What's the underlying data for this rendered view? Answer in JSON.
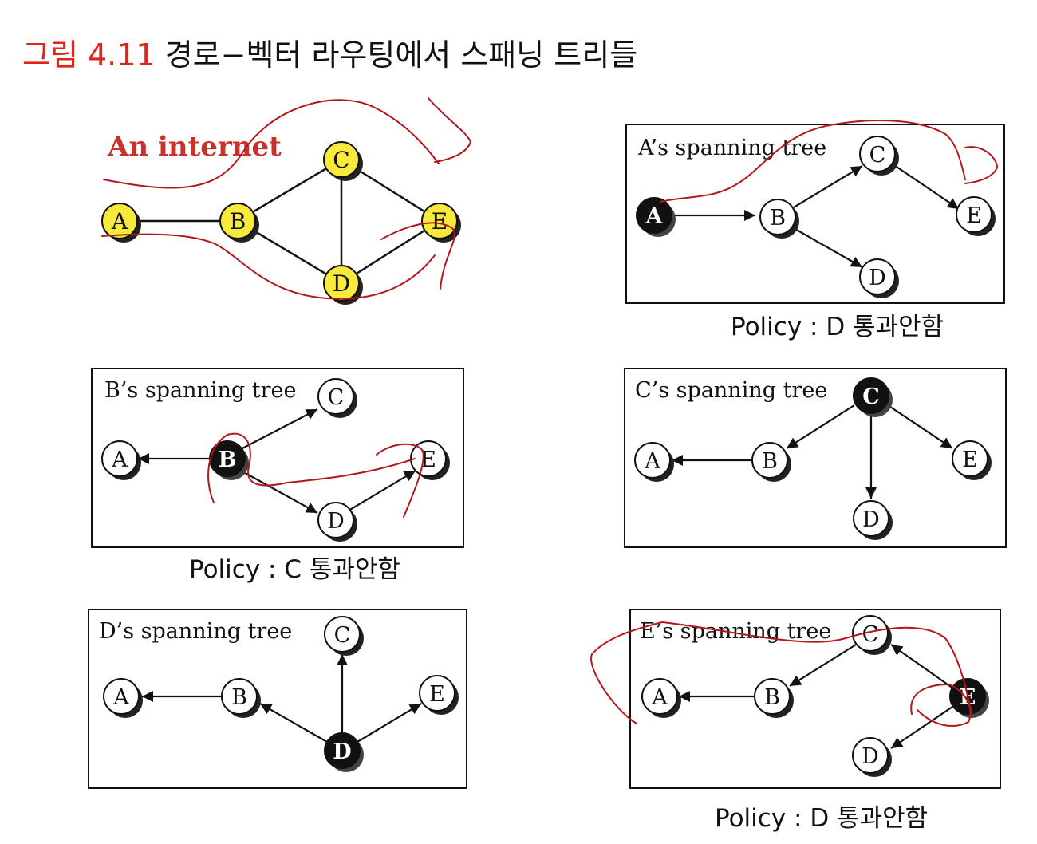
{
  "title": {
    "figure_label": "그림 4.11",
    "text": "경로−벡터 라우팅에서 스패닝 트리들"
  },
  "internet": {
    "label": "An internet",
    "nodes": [
      "A",
      "B",
      "C",
      "D",
      "E"
    ],
    "links": [
      [
        "A",
        "B"
      ],
      [
        "B",
        "C"
      ],
      [
        "B",
        "D"
      ],
      [
        "C",
        "D"
      ],
      [
        "C",
        "E"
      ],
      [
        "D",
        "E"
      ]
    ]
  },
  "trees": {
    "a": {
      "caption": "A’s spanning tree",
      "root": "A",
      "edges": [
        [
          "A",
          "B"
        ],
        [
          "B",
          "C"
        ],
        [
          "B",
          "D"
        ],
        [
          "C",
          "E"
        ]
      ],
      "policy": "Policy : D 통과안함"
    },
    "b": {
      "caption": "B’s spanning tree",
      "root": "B",
      "edges": [
        [
          "B",
          "A"
        ],
        [
          "B",
          "C"
        ],
        [
          "B",
          "D"
        ],
        [
          "D",
          "E"
        ]
      ],
      "policy": "Policy : C 통과안함"
    },
    "c": {
      "caption": "C’s spanning tree",
      "root": "C",
      "edges": [
        [
          "C",
          "B"
        ],
        [
          "C",
          "D"
        ],
        [
          "C",
          "E"
        ],
        [
          "B",
          "A"
        ]
      ]
    },
    "d": {
      "caption": "D’s spanning tree",
      "root": "D",
      "edges": [
        [
          "D",
          "B"
        ],
        [
          "D",
          "C"
        ],
        [
          "D",
          "E"
        ],
        [
          "B",
          "A"
        ]
      ]
    },
    "e": {
      "caption": "E’s spanning tree",
      "root": "E",
      "edges": [
        [
          "E",
          "C"
        ],
        [
          "E",
          "D"
        ],
        [
          "C",
          "B"
        ],
        [
          "B",
          "A"
        ]
      ],
      "policy": "Policy : D 통과안함"
    }
  },
  "colors": {
    "figure_label": "#e0241b",
    "internet_label": "#c8322a",
    "internet_node_fill": "#f7ea3c",
    "root_node_fill": "#111111",
    "node_fill": "#ffffff",
    "annotation_ink": "#b3161b"
  }
}
